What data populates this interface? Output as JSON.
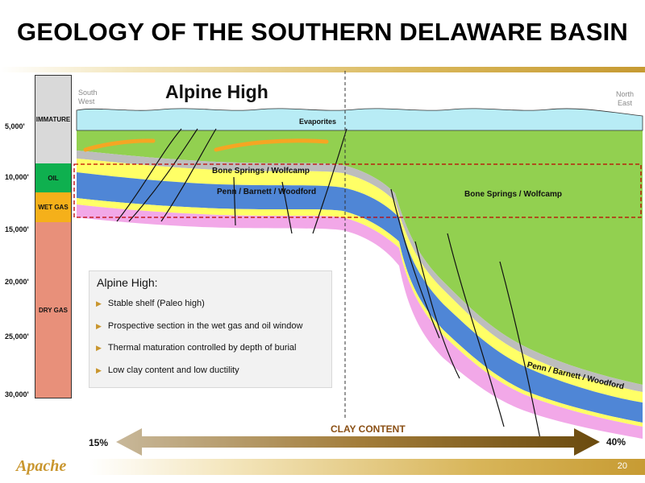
{
  "slide": {
    "title": "GEOLOGY OF THE SOUTHERN DELAWARE BASIN",
    "page_number": "20",
    "logo_text": "Apache"
  },
  "depth_column": {
    "zones": [
      {
        "label": "IMMATURE",
        "color": "#d9d9d9"
      },
      {
        "label": "OIL",
        "color": "#0fb04f"
      },
      {
        "label": "WET GAS",
        "color": "#f5b01a"
      },
      {
        "label": "DRY GAS",
        "color": "#e8907a"
      }
    ],
    "depths": [
      "5,000'",
      "10,000'",
      "15,000'",
      "20,000'",
      "25,000'",
      "30,000'"
    ]
  },
  "cross_section": {
    "heading": "Alpine High",
    "left_compass": [
      "South",
      "West"
    ],
    "right_compass": [
      "North",
      "East"
    ],
    "labels": {
      "evaporites": "Evaporites",
      "bone_springs_left": "Bone Springs / Wolfcamp",
      "penn_left": "Penn / Barnett / Woodford",
      "bone_springs_right": "Bone Springs / Wolfcamp",
      "penn_right": "Penn / Barnett / Woodford"
    },
    "colors": {
      "evaporites": "#b8ecf5",
      "bone_springs": "#92d050",
      "yellow_layer": "#ffff66",
      "penn": "#4f86d6",
      "pink": "#f2a8e8",
      "gray": "#bdbdbd",
      "window_box": "#c00000"
    }
  },
  "info_panel": {
    "heading": "Alpine High:",
    "bullets": [
      "Stable shelf (Paleo high)",
      "Prospective section in the wet gas and oil window",
      "Thermal maturation controlled by depth of burial",
      "Low clay content and low ductility"
    ]
  },
  "clay_scale": {
    "label": "CLAY CONTENT",
    "left_value": "15%",
    "right_value": "40%"
  }
}
